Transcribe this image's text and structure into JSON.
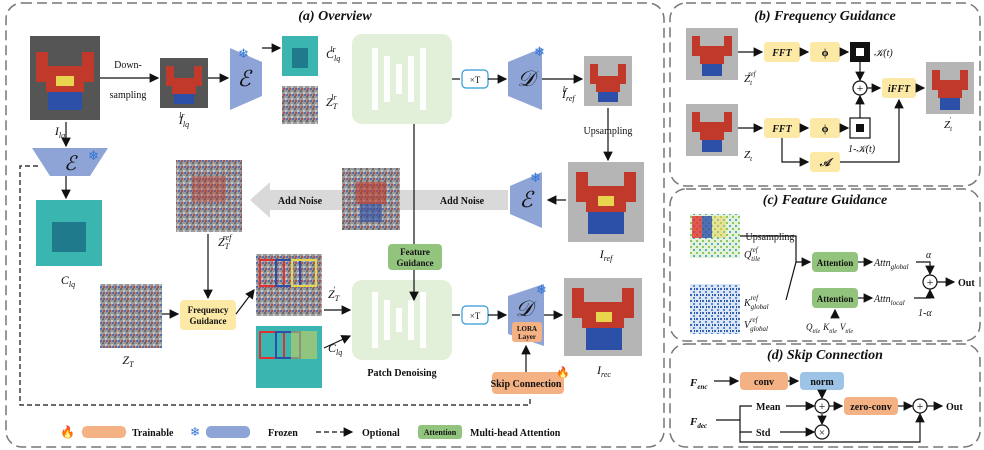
{
  "panels": {
    "overview": "(a) Overview",
    "frequency": "(b) Frequency Guidance",
    "feature": "(c) Feature Guidance",
    "skip": "(d) Skip Connection"
  },
  "overview": {
    "encoder_symbol": "ℰ",
    "decoder_symbol": "𝒟",
    "i_lq": "I",
    "i_lq_sub": "lq",
    "i_lq_lr": "I",
    "i_lq_lr_sub": "lq",
    "i_lq_lr_sup": "lr",
    "downsampling": [
      "Down-",
      "sampling"
    ],
    "c_lq_lr": "C",
    "c_lq_lr_sub": "lq",
    "c_lq_lr_sup": "lr",
    "z_T_lr": "Z",
    "z_T_lr_sub": "T",
    "z_T_lr_sup": "lr",
    "x_T": "×T",
    "i_ref_lr": "I",
    "i_ref_lr_sub": "ref",
    "i_ref_lr_sup": "lr",
    "upsampling": "Upsampling",
    "add_noise_1": "Add Noise",
    "add_noise_2": "Add Noise",
    "i_ref": "I",
    "i_ref_sub": "ref",
    "z_T_ref": "Z",
    "z_T_ref_sub": "T",
    "z_T_ref_sup": "ref",
    "c_lq": "C",
    "c_lq_sub": "lq",
    "feature_guidance": [
      "Feature",
      "Guidance"
    ],
    "frequency_guidance": [
      "Frequency",
      "Guidance"
    ],
    "z_T": "Z",
    "z_T_sub": "T",
    "z_T_prime": "Z",
    "z_T_prime_sub": "T",
    "z_T_prime_sup": "′",
    "c_lq_2": "C",
    "c_lq_2_sub": "lq",
    "patch_denoising": "Patch Denoising",
    "lora": [
      "LORA",
      "Layer"
    ],
    "skip_connection": "Skip Connection",
    "i_rec": "I",
    "i_rec_sub": "rec",
    "legend": {
      "trainable": "Trainable",
      "frozen": "Frozen",
      "optional": "Optional",
      "attention": "Attention",
      "mha": "Multi-head Attention"
    }
  },
  "frequency": {
    "fft1": "FFT",
    "phi1": "ϕ",
    "k1": "𝒦(t)",
    "z_t_ref": "Z",
    "z_t_ref_sub": "t",
    "z_t_ref_sup": "ref",
    "ifft": "iFFT",
    "z_t_prime": "Z",
    "z_t_prime_sub": "t",
    "z_t_prime_sup": "′",
    "fft2": "FFT",
    "phi2": "ϕ",
    "a": "𝒜",
    "k2": "1-𝒦(t)",
    "z_t": "Z",
    "z_t_sub": "t"
  },
  "feature": {
    "upsampling": "Upsampling",
    "q_tile_ref": "Q",
    "q_tile_ref_sub": "tile",
    "q_tile_ref_sup": "ref",
    "attention1": "Attention",
    "attn_global": "Attn",
    "attn_global_sub": "global",
    "alpha": "α",
    "out": "Out",
    "k_global_ref": "K",
    "k_global_ref_sub": "global",
    "k_global_ref_sup": "ref",
    "v_global_ref": "V",
    "v_global_ref_sub": "global",
    "v_global_ref_sup": "ref",
    "attention2": "Attention",
    "attn_local": "Attn",
    "attn_local_sub": "local",
    "one_minus_alpha": "1-α",
    "qkv_tile": "Q",
    "qkv_tile_sub": "tile",
    "k_tile": "K",
    "k_tile_sub": "tile",
    "v_tile": "V",
    "v_tile_sub": "tile"
  },
  "skip": {
    "f_enc": "F",
    "f_enc_sub": "enc",
    "conv": "conv",
    "norm": "norm",
    "mean": "Mean",
    "zero_conv": "zero-conv",
    "out": "Out",
    "f_dec": "F",
    "f_dec_sub": "dec",
    "std": "Std"
  },
  "colors": {
    "encoder": "#8ea3d6",
    "yellow": "#fde9a6",
    "green": "#93c47d",
    "orange": "#f4b183",
    "blue": "#9dc3e6",
    "unet": "#e2efd9",
    "arrow_gray": "#d9d9d9"
  }
}
